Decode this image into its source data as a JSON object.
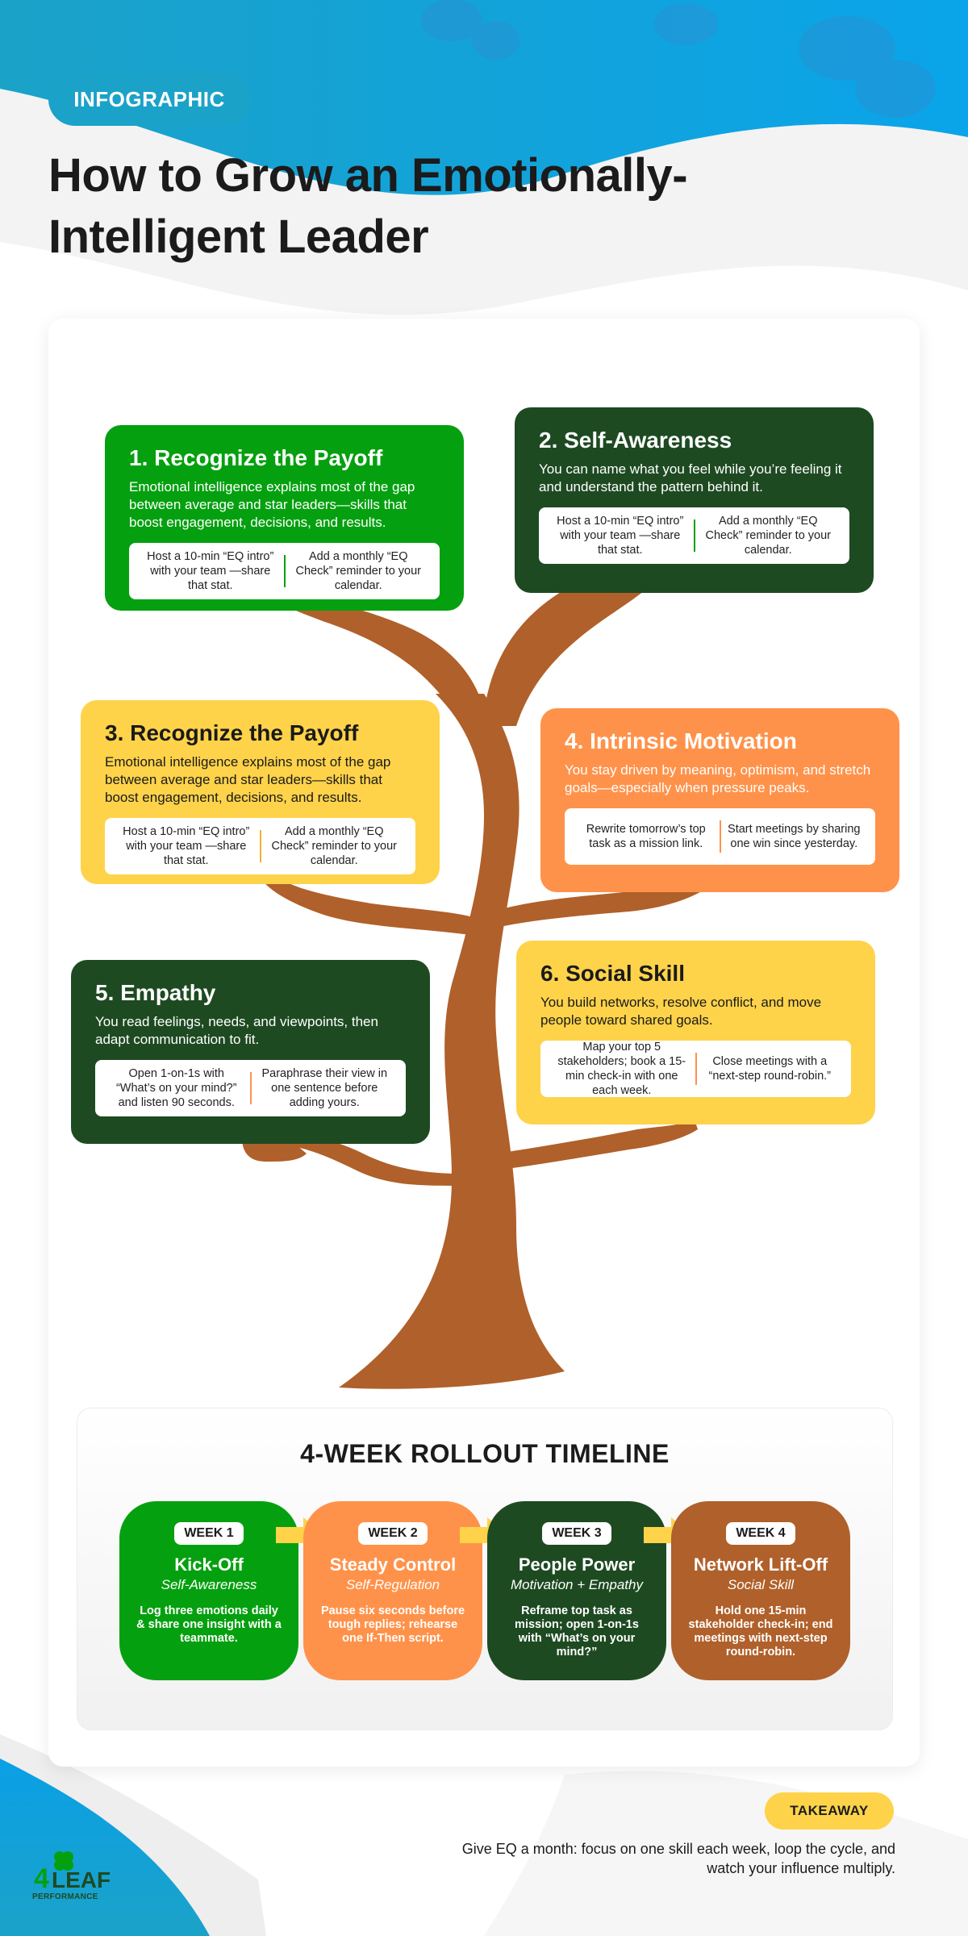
{
  "colors": {
    "blue": "#1ba2c8",
    "green": "#05a00f",
    "dark_green": "#1e4a22",
    "yellow": "#fed34a",
    "orange": "#ff924a",
    "brown": "#b0602a"
  },
  "header": {
    "badge": "INFOGRAPHIC",
    "title": "How to Grow an Emotionally-Intelligent Leader"
  },
  "cards": [
    {
      "title": "1. Recognize the Payoff",
      "text": "Emotional intelligence explains most of the gap between average and star leaders—skills that boost engagement, decisions, and results.",
      "actions": [
        "Host a 10-min “EQ intro” with your team —share that stat.",
        "Add a monthly “EQ Check” reminder to your calendar."
      ]
    },
    {
      "title": "2. Self-Awareness",
      "text": "You can name what you feel while you’re feeling it and understand the pattern behind it.",
      "actions": [
        "Host a 10-min “EQ intro” with your team —share that stat.",
        "Add a monthly “EQ Check” reminder to your calendar."
      ]
    },
    {
      "title": "3. Recognize the Payoff",
      "text": "Emotional intelligence explains most of the gap between average and star leaders—skills that boost engagement, decisions, and results.",
      "actions": [
        "Host a 10-min “EQ intro” with your team —share that stat.",
        "Add a monthly “EQ Check” reminder to your calendar."
      ]
    },
    {
      "title": "4. Intrinsic Motivation",
      "text": "You stay driven by meaning, optimism, and stretch goals—especially when pressure peaks.",
      "actions": [
        "Rewrite tomorrow’s top task as a mission link.",
        "Start meetings by sharing one win since yesterday."
      ]
    },
    {
      "title": "5. Empathy",
      "text": "You read feelings, needs, and viewpoints, then adapt communication to fit.",
      "actions": [
        "Open 1-on-1s with “What’s on your mind?” and listen 90 seconds.",
        "Paraphrase their view in one sentence before adding yours."
      ]
    },
    {
      "title": "6. Social Skill",
      "text": "You build networks, resolve conflict, and move people toward shared goals.",
      "actions": [
        "Map your top 5 stakeholders; book a 15-min check-in with one each week.",
        "Close meetings with a “next-step round-robin.”"
      ]
    }
  ],
  "timeline": {
    "title": "4-WEEK ROLLOUT TIMELINE",
    "weeks": [
      {
        "label": "WEEK 1",
        "title": "Kick-Off",
        "subtitle": "Self-Awareness",
        "desc": "Log three emotions daily & share one insight with a teammate."
      },
      {
        "label": "WEEK 2",
        "title": "Steady Control",
        "subtitle": "Self-Regulation",
        "desc": "Pause six seconds before tough replies; rehearse one If-Then script."
      },
      {
        "label": "WEEK 3",
        "title": "People Power",
        "subtitle": "Motivation + Empathy",
        "desc": "Reframe top task as mission; open 1-on-1s with “What’s on your mind?”"
      },
      {
        "label": "WEEK 4",
        "title": "Network Lift-Off",
        "subtitle": "Social Skill",
        "desc": "Hold one 15-min stakeholder check-in; end meetings with next-step round-robin."
      }
    ]
  },
  "footer": {
    "takeaway_label": "TAKEAWAY",
    "takeaway_text": "Give EQ a month: focus on one skill each week, loop the cycle, and watch your influence multiply.",
    "logo_text": "PERFORMANCE"
  }
}
